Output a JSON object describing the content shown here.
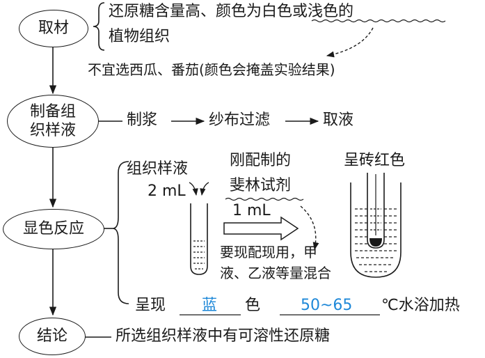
{
  "steps": {
    "material": "取材",
    "prepare_line1": "制备组",
    "prepare_line2": "织样液",
    "reaction": "显色反应",
    "conclusion": "结论"
  },
  "material": {
    "line1": "还原糖含量高、颜色为白色或浅色的",
    "line2": "植物组织",
    "note": "不宜选西瓜、番茄(颜色会掩盖实验结果)"
  },
  "prepare": {
    "flow": [
      "制浆",
      "纱布过滤",
      "取液"
    ]
  },
  "reaction": {
    "sample_line1": "组织样液",
    "sample_line2": "2 mL",
    "reagent_line1": "刚配制的",
    "reagent_line2": "斐林试剂",
    "amount": "1 mL",
    "note_line1": "要现配现用，甲",
    "note_line2": "液、乙液等量混合",
    "result": "呈砖红色",
    "observe_prefix": "呈现",
    "observe_color": "蓝",
    "observe_suffix": "色",
    "temperature": "50~65",
    "bath": "℃水浴加热"
  },
  "conclusion": {
    "text": "所选组织样液中有可溶性还原糖"
  },
  "colors": {
    "answer": "#1e88d8",
    "ink": "#1a1a1a"
  }
}
